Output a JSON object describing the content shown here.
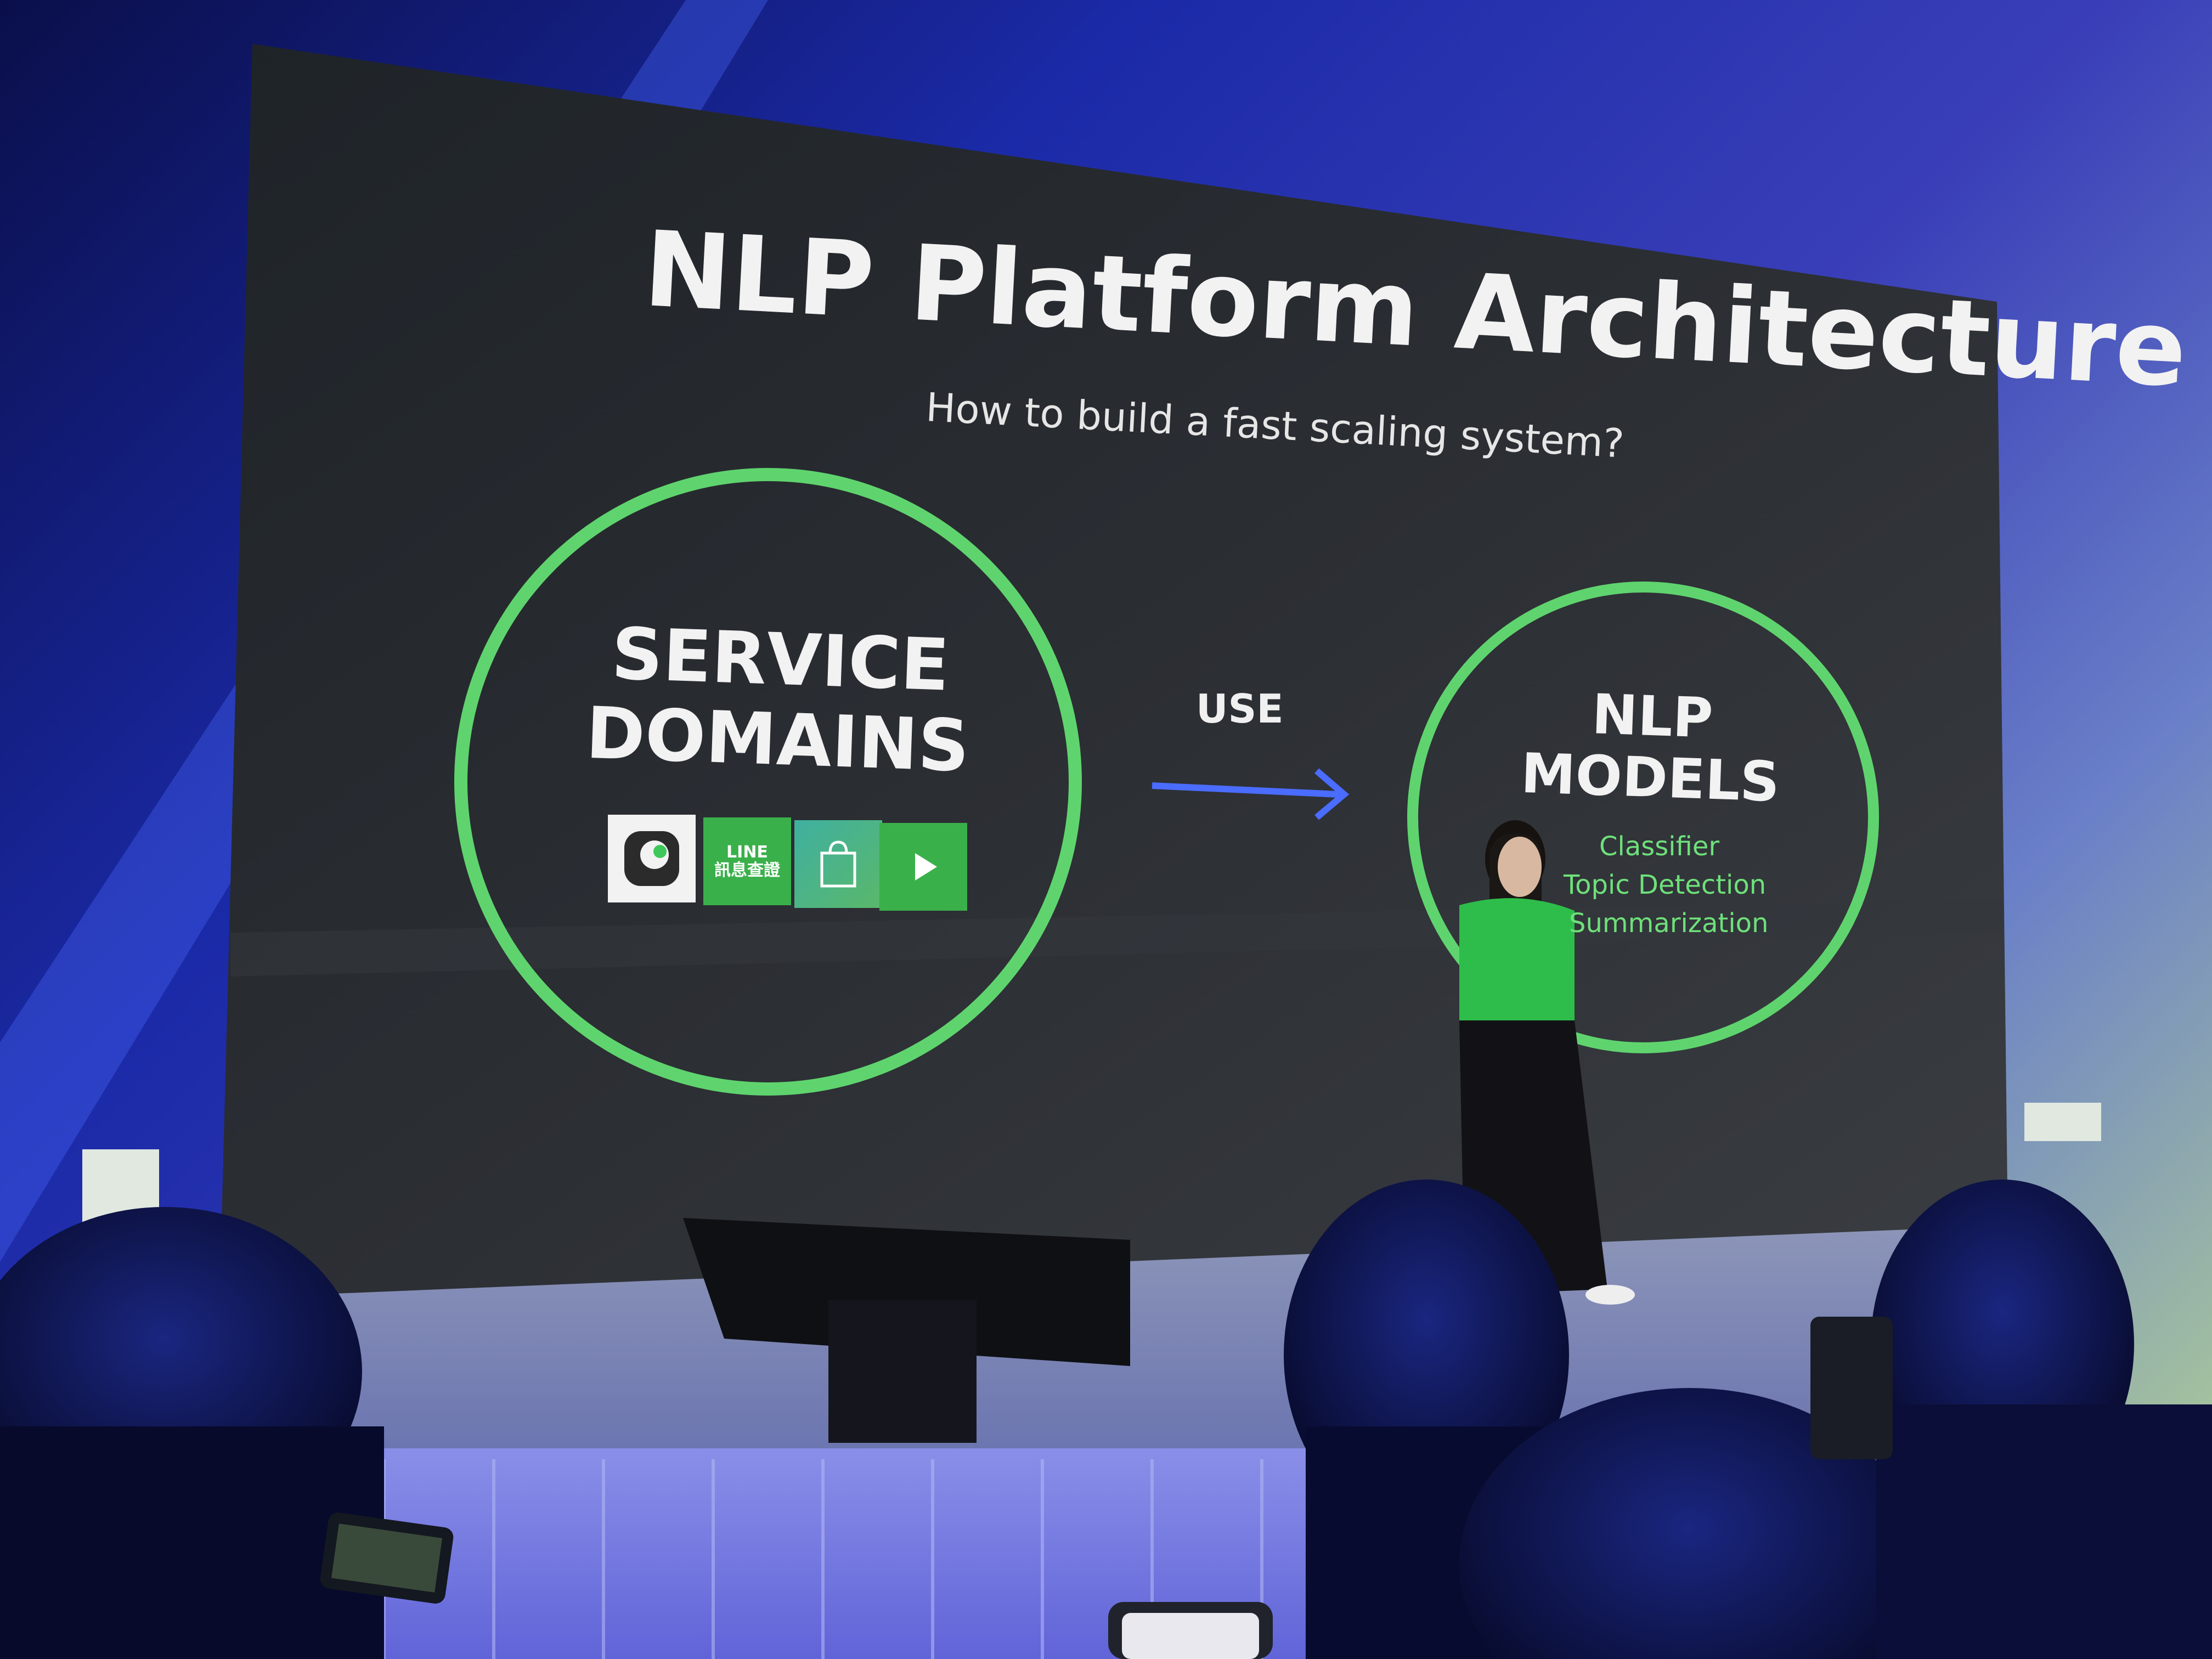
{
  "slide": {
    "title": "NLP Platform Architecture",
    "subtitle": "How to build a fast scaling system?",
    "left_circle": {
      "title_line1": "SERVICE",
      "title_line2": "DOMAINS",
      "app_icons": [
        "chat-bubble-icon",
        "line-fact-checker-icon",
        "shopping-bag-icon",
        "play-icon"
      ],
      "line_tile_line1": "LINE",
      "line_tile_line2": "訊息查證"
    },
    "arrow_label": "USE",
    "right_circle": {
      "title_line1": "NLP",
      "title_line2": "MODELS",
      "items": [
        "Classifier",
        "Topic Detection",
        "Summarization"
      ]
    }
  },
  "colors": {
    "accent_green": "#5fd46e",
    "arrow_blue": "#4a6cff",
    "slide_bg": "#2a2c30"
  }
}
